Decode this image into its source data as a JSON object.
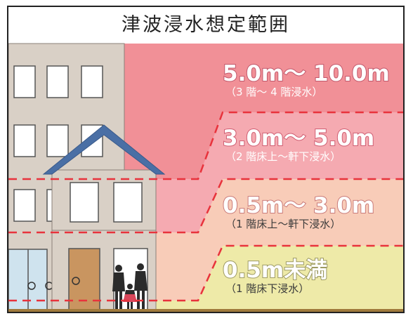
{
  "title": "津波浸水想定範囲",
  "colors": {
    "level4": "#f19097",
    "level3": "#f5aab1",
    "level2": "#f8ccb8",
    "level1": "#eeeaa8",
    "dashed_line": "#e8333c",
    "ground": "#a07a3c",
    "roof": "#4a6fa5"
  },
  "levels": [
    {
      "id": "l4",
      "range": "5.0m～ 10.0m",
      "note": "（3 階～ 4 階浸水）"
    },
    {
      "id": "l3",
      "range": "3.0m～ 5.0m",
      "note": "（2 階床上～軒下浸水）"
    },
    {
      "id": "l2",
      "range": "0.5m～ 3.0m",
      "note": "（1 階床上～軒下浸水）"
    },
    {
      "id": "l1",
      "range": "0.5m未満",
      "note": "（1 階床下浸水）"
    }
  ]
}
